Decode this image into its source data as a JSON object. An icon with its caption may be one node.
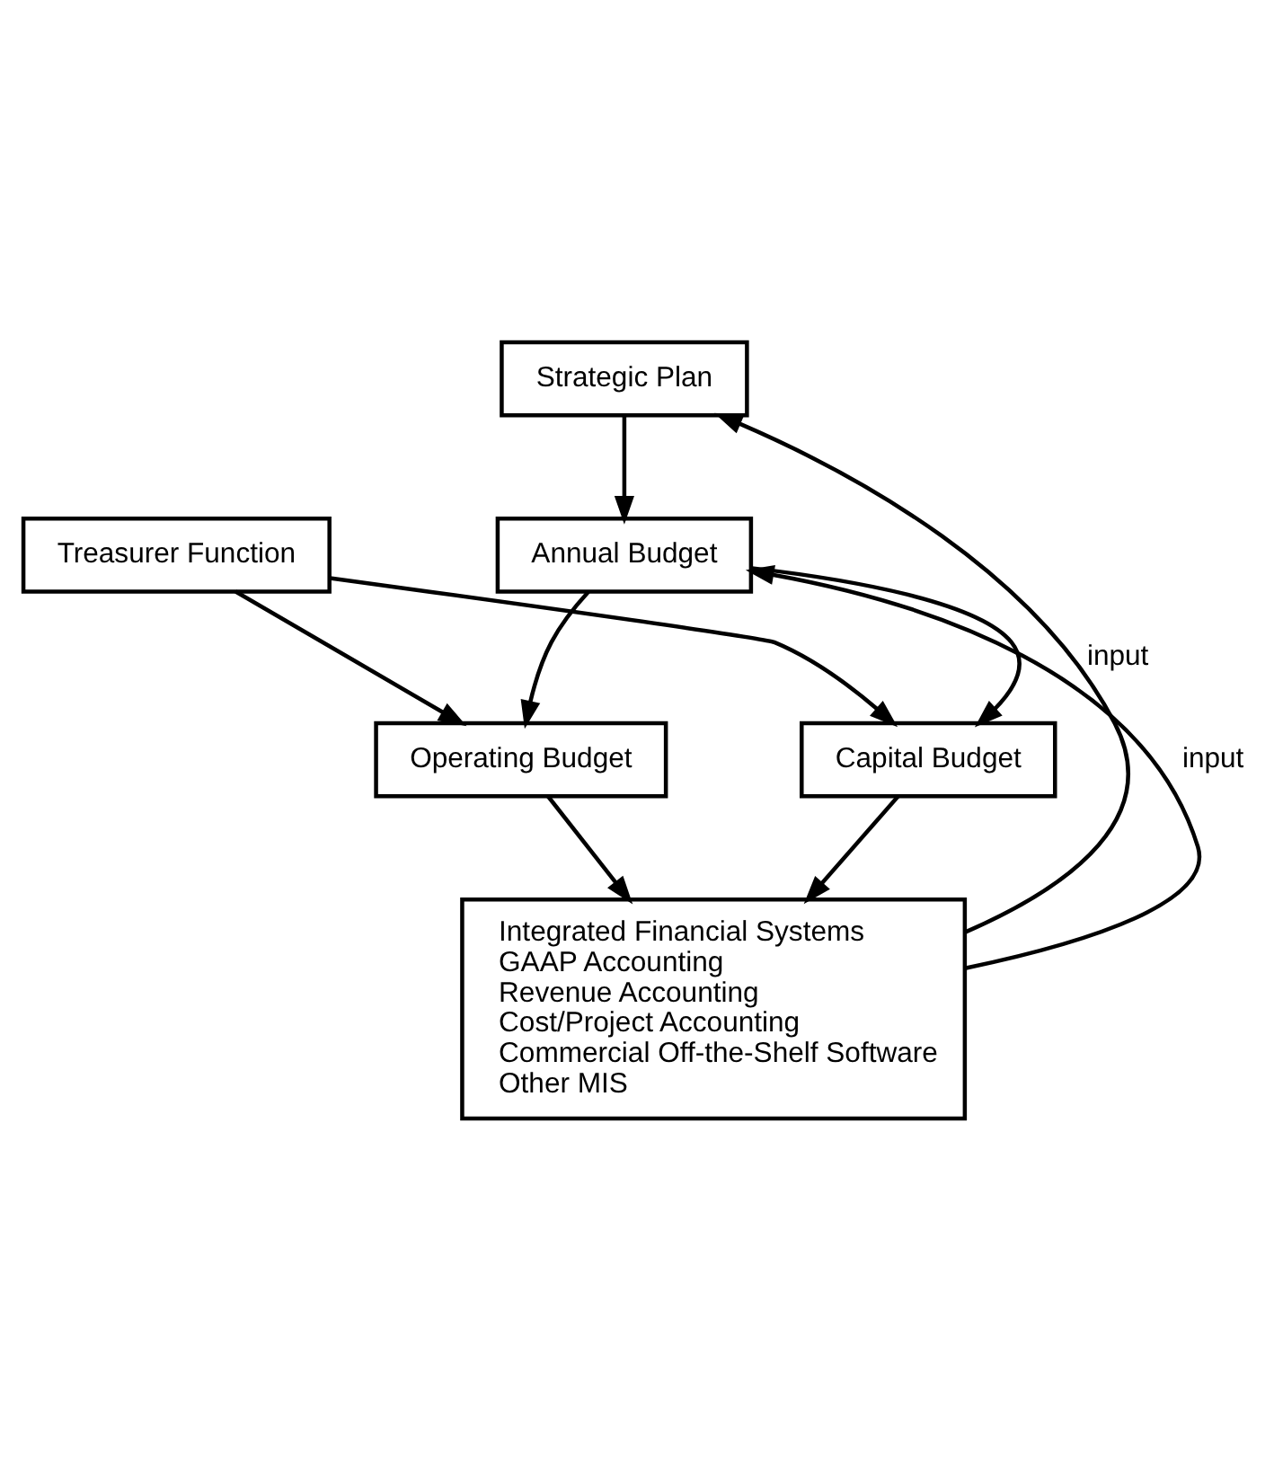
{
  "diagram": {
    "nodes": [
      {
        "text": [
          "Strategic Plan"
        ]
      },
      {
        "text": [
          "Annual Budget"
        ]
      },
      {
        "text": [
          "Treasurer Function"
        ]
      },
      {
        "text": [
          "Operating Budget"
        ]
      },
      {
        "text": [
          "Capital Budget"
        ]
      },
      {
        "text": [
          "Integrated Financial Systems",
          "GAAP Accounting",
          "Revenue Accounting",
          "Cost/Project Accounting",
          "Commercial Off-the-Shelf Software",
          "Other MIS"
        ]
      }
    ],
    "edges": [
      {
        "from": 5,
        "to": 0,
        "arrow": "to",
        "label": "input"
      },
      {
        "from": 5,
        "to": 1,
        "arrow": "to",
        "label": "input"
      },
      {
        "from": 0,
        "to": 1,
        "arrow": "to"
      },
      {
        "from": 1,
        "to": 3,
        "arrow": "to"
      },
      {
        "from": 1,
        "to": 4,
        "arrow": "to"
      },
      {
        "from": 2,
        "to": 3,
        "arrow": "to"
      },
      {
        "from": 2,
        "to": 4,
        "arrow": "to"
      },
      {
        "from": 3,
        "to": 5,
        "arrow": "to"
      },
      {
        "from": 4,
        "to": 5,
        "arrow": "to"
      }
    ]
  }
}
